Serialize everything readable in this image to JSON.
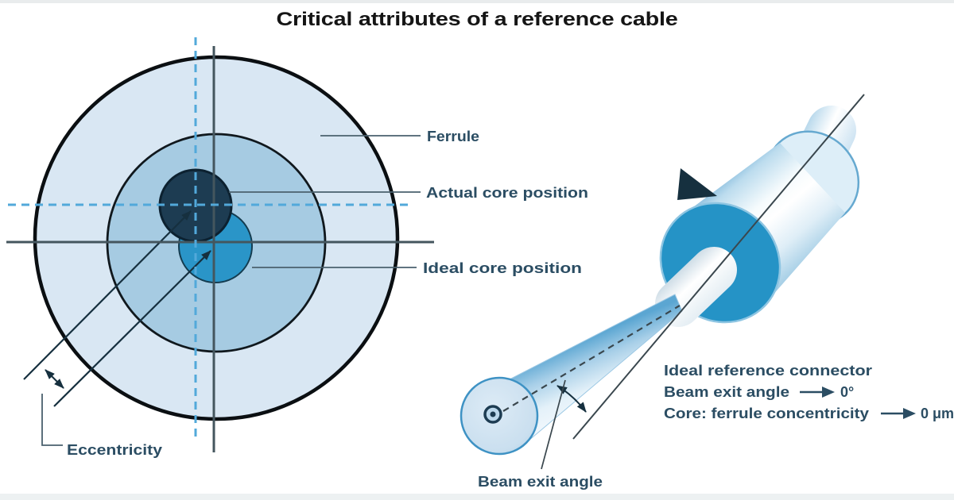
{
  "figure": {
    "title": "Critical attributes of a reference cable"
  },
  "cross_section": {
    "label_ferrule": "Ferrule",
    "label_actual_core": "Actual core position",
    "label_ideal_core": "Ideal core position",
    "label_eccentricity": "Eccentricity"
  },
  "connector": {
    "heading": "Ideal reference connector",
    "spec_beam_exit_angle_label": "Beam exit angle",
    "spec_beam_exit_angle_value": "0°",
    "spec_concentricity_label": "Core: ferrule concentricity",
    "spec_concentricity_value": "0 μm",
    "callout_beam_exit_angle": "Beam exit angle"
  },
  "colors": {
    "ferrule_fill": "#d9e7f3",
    "cladding_fill": "#a6cbe2",
    "ideal_core_fill": "#2a95c8",
    "actual_core_fill": "#1d3c52",
    "dashed_axis_blue": "#52a9da",
    "ink": "#16303f",
    "label_text": "#2b4d63",
    "connector_face_blue": "#2593c6"
  }
}
